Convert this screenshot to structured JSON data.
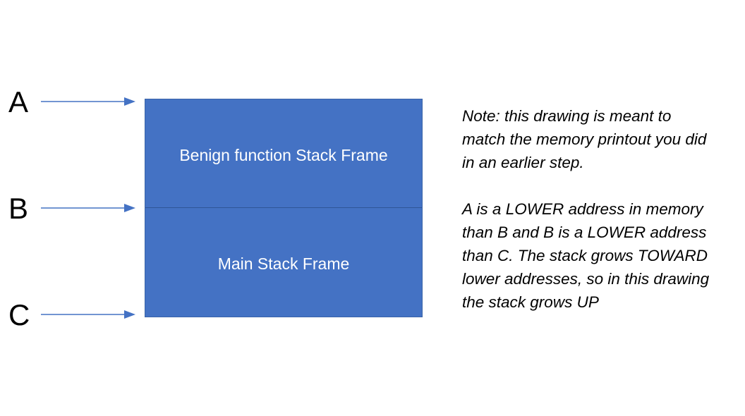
{
  "markers": [
    {
      "label": "A"
    },
    {
      "label": "B"
    },
    {
      "label": "C"
    }
  ],
  "stack": {
    "top_frame_label": "Benign  function Stack Frame",
    "bottom_frame_label": "Main Stack Frame"
  },
  "note": {
    "paragraph_1": "Note: this drawing is meant to\nmatch the memory printout you did\nin an earlier step.",
    "paragraph_2": "A is a LOWER address in memory\nthan B and B is a LOWER address\nthan C.  The stack grows TOWARD\nlower addresses, so in this drawing\nthe stack grows UP"
  },
  "colors": {
    "frame_fill": "#4472c4",
    "arrow": "#4472c4",
    "divider": "#2f5597"
  }
}
